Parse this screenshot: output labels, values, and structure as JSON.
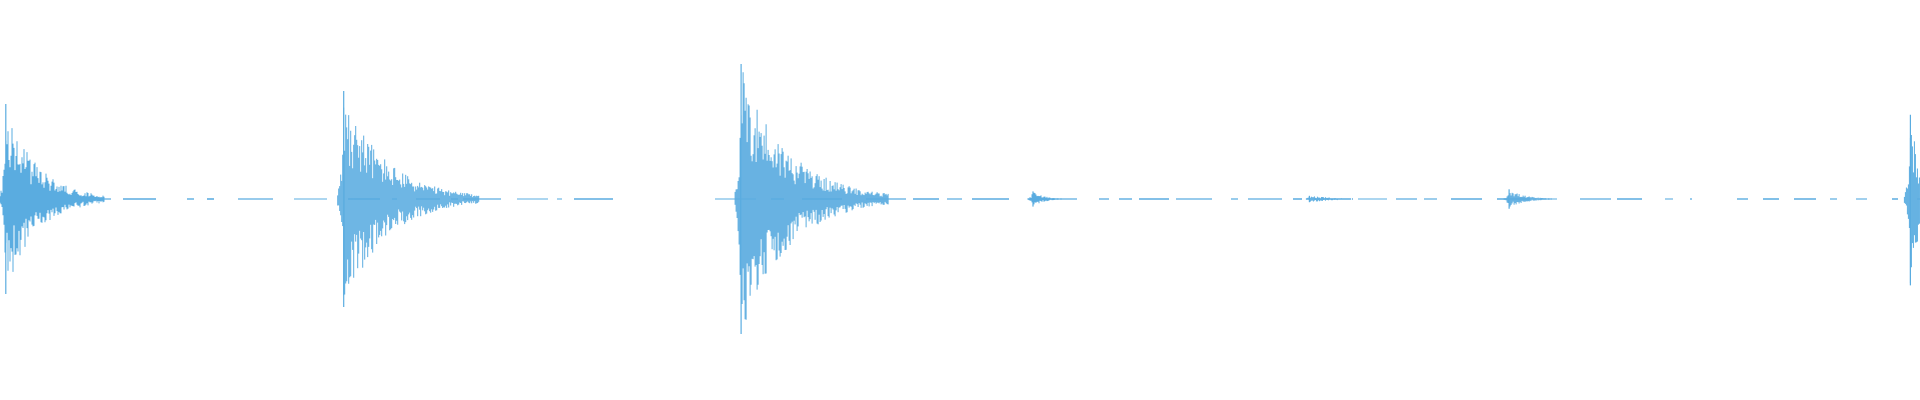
{
  "waveform": {
    "color": "#5aace0",
    "background": "#ffffff",
    "events": [
      {
        "label": "burst-1",
        "position": 0.003,
        "peak": 0.88,
        "lower_peak": 0.88,
        "decay": 0.016
      },
      {
        "label": "burst-2",
        "position": 0.179,
        "peak": 1.0,
        "lower_peak": 1.0,
        "decay": 0.022
      },
      {
        "label": "burst-3",
        "position": 0.386,
        "peak": 1.25,
        "lower_peak": 1.25,
        "decay": 0.024
      },
      {
        "label": "blip-1",
        "position": 0.538,
        "peak": 0.07,
        "lower_peak": 0.07,
        "decay": 0.006
      },
      {
        "label": "blip-2",
        "position": 0.682,
        "peak": 0.03,
        "lower_peak": 0.03,
        "decay": 0.014
      },
      {
        "label": "blip-3",
        "position": 0.786,
        "peak": 0.09,
        "lower_peak": 0.09,
        "decay": 0.008
      },
      {
        "label": "burst-4",
        "position": 0.995,
        "peak": 0.78,
        "lower_peak": 0.8,
        "decay": 0.006
      }
    ]
  }
}
